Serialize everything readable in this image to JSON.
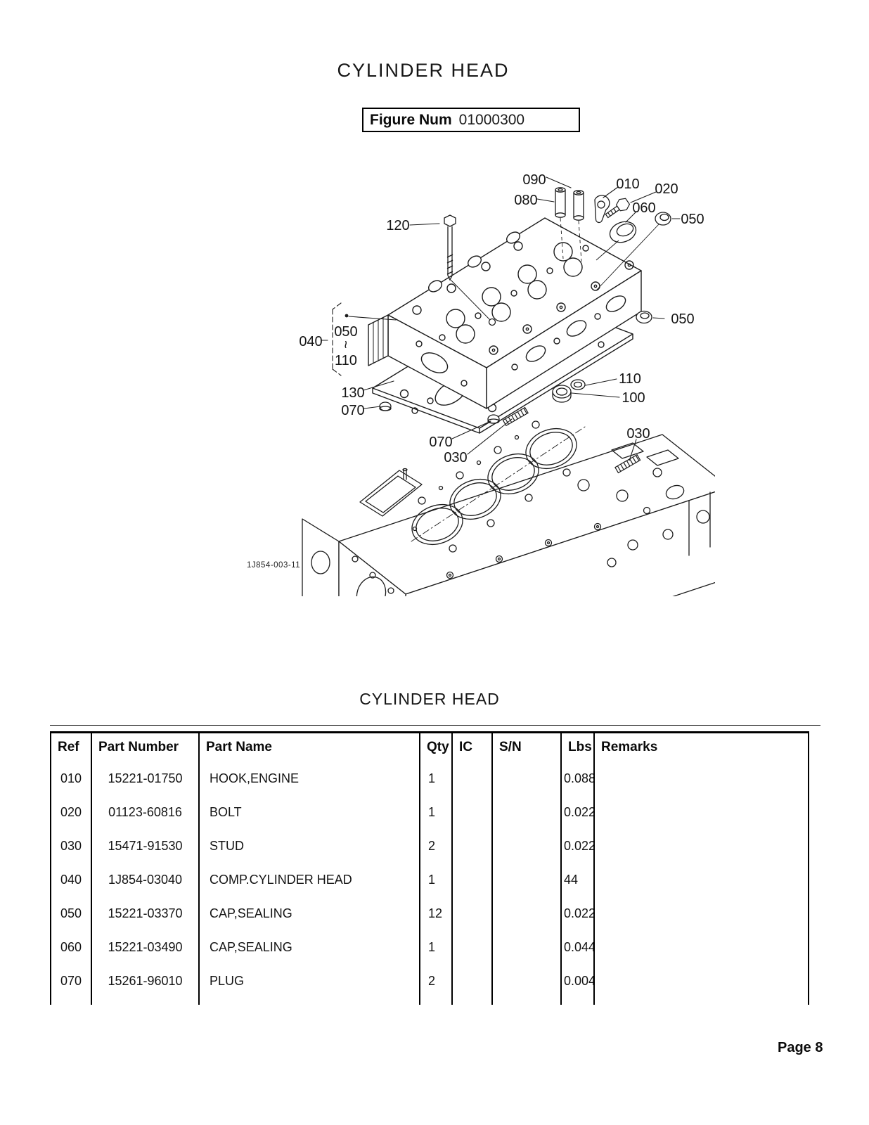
{
  "page": {
    "title": "CYLINDER HEAD",
    "figure_label": "Figure Num",
    "figure_number": "01000300",
    "drawing_code": "1J854-003-11",
    "table_title": "CYLINDER HEAD",
    "page_number": "Page 8"
  },
  "diagram": {
    "callouts": {
      "c090": "090",
      "c080": "080",
      "c010": "010",
      "c020": "020",
      "c060": "060",
      "c050_top": "050",
      "c120": "120",
      "c040": "040",
      "c050_bracket": "050",
      "tilde": "~",
      "c110_bracket": "110",
      "c050_mid": "050",
      "c110": "110",
      "c100": "100",
      "c130": "130",
      "c070_left": "070",
      "c070_lower": "070",
      "c030_lower": "030",
      "c030_right": "030"
    }
  },
  "table": {
    "columns": [
      "Ref",
      "Part Number",
      "Part Name",
      "Qty",
      "IC",
      "S/N",
      "Lbs",
      "Remarks"
    ],
    "rows": [
      {
        "ref": "010",
        "part_number": "15221-01750",
        "part_name": "HOOK,ENGINE",
        "qty": "1",
        "ic": "",
        "sn": "",
        "lbs": "0.088",
        "remarks": ""
      },
      {
        "ref": "020",
        "part_number": "01123-60816",
        "part_name": "BOLT",
        "qty": "1",
        "ic": "",
        "sn": "",
        "lbs": "0.022",
        "remarks": ""
      },
      {
        "ref": "030",
        "part_number": "15471-91530",
        "part_name": "STUD",
        "qty": "2",
        "ic": "",
        "sn": "",
        "lbs": "0.022",
        "remarks": ""
      },
      {
        "ref": "040",
        "part_number": "1J854-03040",
        "part_name": "COMP.CYLINDER HEAD",
        "qty": "1",
        "ic": "",
        "sn": "",
        "lbs": "44",
        "remarks": ""
      },
      {
        "ref": "050",
        "part_number": "15221-03370",
        "part_name": "CAP,SEALING",
        "qty": "12",
        "ic": "",
        "sn": "",
        "lbs": "0.022",
        "remarks": ""
      },
      {
        "ref": "060",
        "part_number": "15221-03490",
        "part_name": "CAP,SEALING",
        "qty": "1",
        "ic": "",
        "sn": "",
        "lbs": "0.044",
        "remarks": ""
      },
      {
        "ref": "070",
        "part_number": "15261-96010",
        "part_name": "PLUG",
        "qty": "2",
        "ic": "",
        "sn": "",
        "lbs": "0.004",
        "remarks": ""
      }
    ]
  }
}
